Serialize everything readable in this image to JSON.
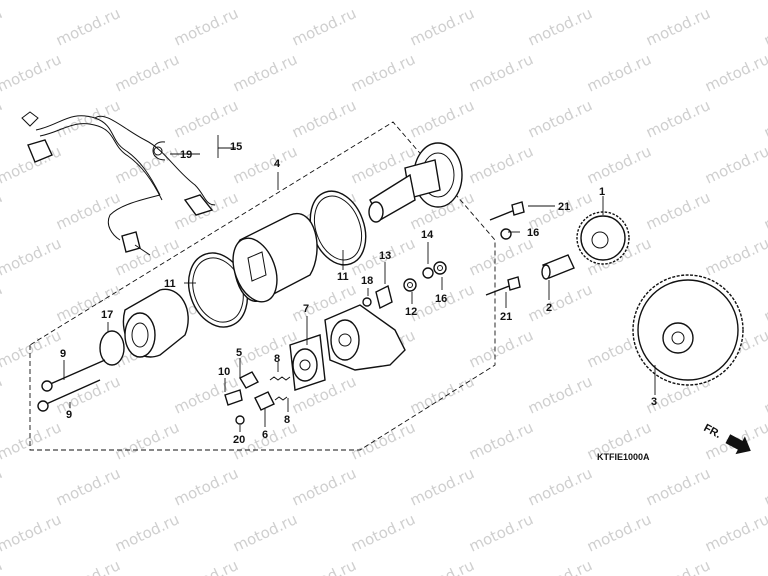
{
  "watermark": "motod.ru",
  "diagram_code": "KTFIE1000A",
  "direction_label": "FR.",
  "callouts": {
    "c1": "1",
    "c2": "2",
    "c3": "3",
    "c4": "4",
    "c5": "5",
    "c6": "6",
    "c7": "7",
    "c8a": "8",
    "c8b": "8",
    "c9a": "9",
    "c9b": "9",
    "c10": "10",
    "c11a": "11",
    "c11b": "11",
    "c12": "12",
    "c13": "13",
    "c14": "14",
    "c15": "15",
    "c16a": "16",
    "c16b": "16",
    "c17": "17",
    "c18": "18",
    "c19": "19",
    "c20": "20",
    "c21a": "21",
    "c21b": "21"
  }
}
